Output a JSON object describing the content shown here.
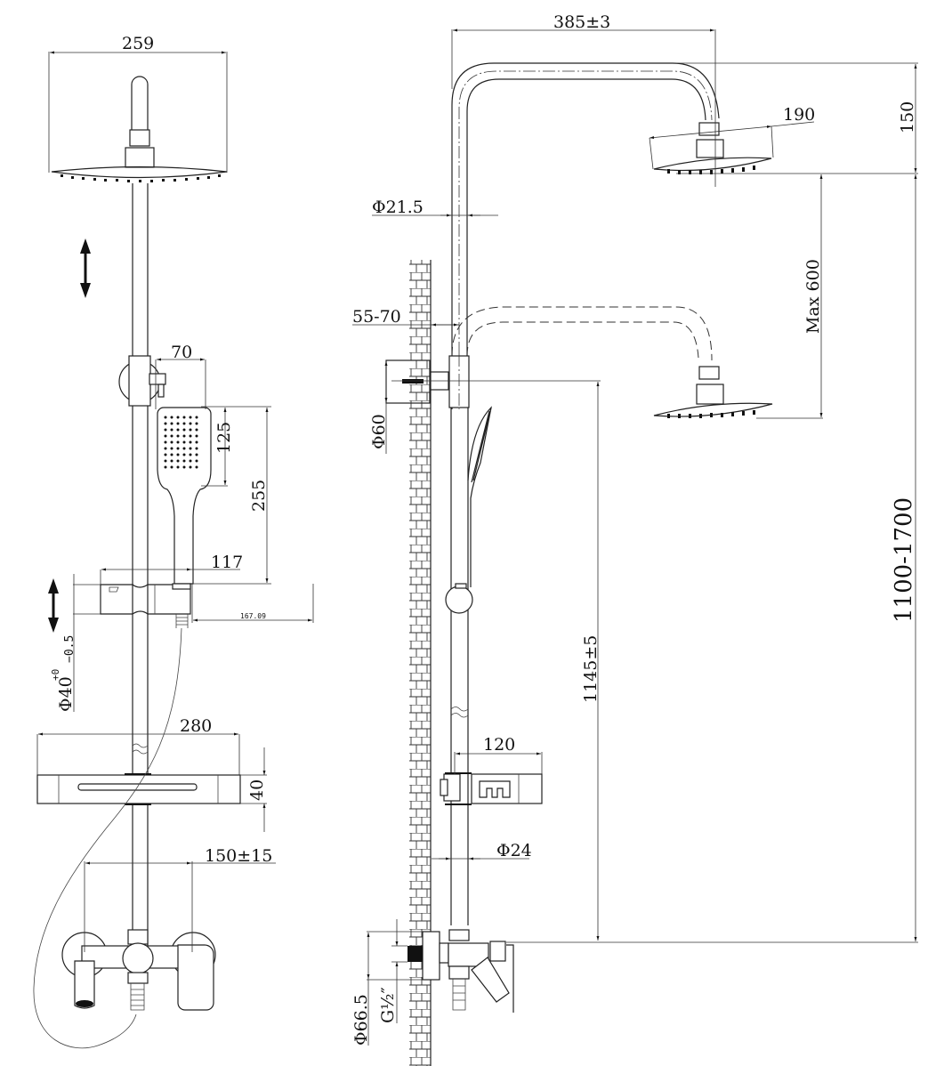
{
  "drawing": {
    "title": "Shower system technical drawing",
    "front_view": {
      "overhead_width": "259",
      "handshower_offset": "70",
      "handshower_head_height": "125",
      "handshower_length": "255",
      "slider_width": "117",
      "slider_clearance": "167.09",
      "slider_diameter": "Φ40",
      "slider_tol_upper": "+0",
      "slider_tol_lower": "−0.5",
      "shelf_width": "280",
      "shelf_height": "40",
      "mixer_centers": "150±15"
    },
    "side_view": {
      "arm_reach": "385±3",
      "overhead_diameter": "190",
      "overhead_drop": "150",
      "pipe_diameter": "Φ21.5",
      "wall_offset": "55-70",
      "bracket_diameter": "Φ60",
      "height_adjust": "Max 600",
      "bracket_height": "1145±5",
      "total_height": "1100-1700",
      "shelf_depth": "120",
      "lower_pipe_diameter": "Φ24",
      "flange_diameter": "Φ66.5",
      "thread": "G½″"
    }
  }
}
